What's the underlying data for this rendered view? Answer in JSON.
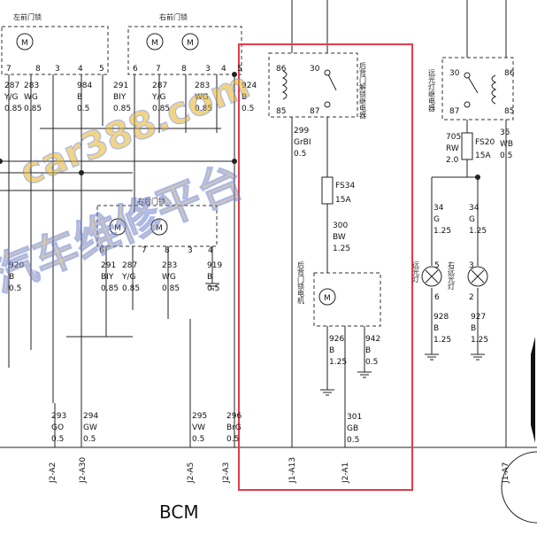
{
  "title": "BCM",
  "watermark": {
    "line1": "car388.com",
    "line2": "汽车维修平台"
  },
  "components": {
    "lf_lock": "左前门锁",
    "rf_lock": "右前门锁",
    "rr_lock": "右后门锁",
    "rear_relay": "后背门解锁继电器",
    "rear_motor": "后背门锁电机",
    "hb_relay": "远光灯继电器",
    "hb_left": "远光灯",
    "hb_right": "右远光灯",
    "fs34": "FS34",
    "fs34_a": "15A",
    "fs20": "FS20",
    "fs20_a": "15A",
    "motor": "M"
  },
  "pins": {
    "lf": [
      "7",
      "8",
      "3",
      "4",
      "5"
    ],
    "rf": [
      "6",
      "7",
      "8",
      "3",
      "4",
      "5"
    ],
    "rr": [
      "6",
      "7",
      "8",
      "3",
      "4"
    ],
    "relay_rear": [
      "86",
      "30",
      "85",
      "87"
    ],
    "relay_hb": [
      "30",
      "86",
      "87",
      "85"
    ],
    "lamp_l": [
      "5",
      "6"
    ],
    "lamp_r": [
      "3",
      "2"
    ]
  },
  "wires": [
    {
      "num": "287",
      "color": "Y/G",
      "size": "0.85"
    },
    {
      "num": "283",
      "color": "WG",
      "size": "0.85"
    },
    {
      "num": "984",
      "color": "B",
      "size": "0.5"
    },
    {
      "num": "291",
      "color": "BIY",
      "size": "0.85"
    },
    {
      "num": "287",
      "color": "Y/G",
      "size": "0.85"
    },
    {
      "num": "283",
      "color": "WG",
      "size": "0.85"
    },
    {
      "num": "924",
      "color": "B",
      "size": "0.5"
    },
    {
      "num": "299",
      "color": "GrBI",
      "size": "0.5"
    },
    {
      "num": "300",
      "color": "BW",
      "size": "1.25"
    },
    {
      "num": "926",
      "color": "B",
      "size": "1.25"
    },
    {
      "num": "942",
      "color": "B",
      "size": "0.5"
    },
    {
      "num": "301",
      "color": "GB",
      "size": "0.5"
    },
    {
      "num": "920",
      "color": "B",
      "size": "0.5"
    },
    {
      "num": "291",
      "color": "BIY",
      "size": "0.85"
    },
    {
      "num": "287",
      "color": "Y/G",
      "size": "0.85"
    },
    {
      "num": "283",
      "color": "WG",
      "size": "0.85"
    },
    {
      "num": "919",
      "color": "B",
      "size": "0.5"
    },
    {
      "num": "293",
      "color": "GO",
      "size": "0.5"
    },
    {
      "num": "294",
      "color": "GW",
      "size": "0.5"
    },
    {
      "num": "295",
      "color": "VW",
      "size": "0.5"
    },
    {
      "num": "296",
      "color": "BrG",
      "size": "0.5"
    },
    {
      "num": "705",
      "color": "RW",
      "size": "2.0"
    },
    {
      "num": "35",
      "color": "WB",
      "size": "0.5"
    },
    {
      "num": "34",
      "color": "G",
      "size": "1.25"
    },
    {
      "num": "34",
      "color": "G",
      "size": "1.25"
    },
    {
      "num": "928",
      "color": "B",
      "size": "1.25"
    },
    {
      "num": "927",
      "color": "B",
      "size": "1.25"
    }
  ],
  "connectors": [
    "J2-A2",
    "J2-A30",
    "J2-A5",
    "J2-A3",
    "J1-A13",
    "J2-A1",
    "J1-A7"
  ]
}
